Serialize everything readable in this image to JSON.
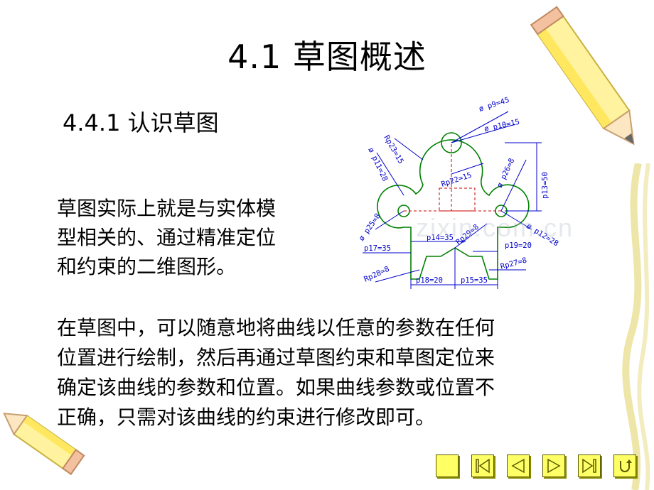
{
  "slide": {
    "title": "4.1  草图概述",
    "subtitle": "4.4.1  认识草图",
    "paragraph1_lines": [
      "草图实际上就是与实体模",
      "型相关的、通过精准定位",
      "和约束的二维图形。"
    ],
    "paragraph2_lines": [
      "在草图中，可以随意地将曲线以任意的参数在任何",
      "位置进行绘制，然后再通过草图约束和草图定位来",
      "确定该曲线的参数和位置。如果曲线参数或位置不",
      "正确，只需对该曲线的约束进行修改即可。"
    ],
    "watermark": "zixin.com.cn"
  },
  "drawing_labels": {
    "d1": "ø p9=45",
    "d2": "ø p10=15",
    "d3": "Rp23=15",
    "d4": "ø p11=28",
    "d5": "ø p26=8",
    "d6": "Rp22=15",
    "d7": "p13=50",
    "d8": "ø p25=8",
    "d9": "p14=35",
    "d10": "Rp29=8",
    "d11": "ø p12=28",
    "d12": "p17=35",
    "d13": "p19=20",
    "d14": "Rp28=8",
    "d15": "Rp27=8",
    "d16": "p18=20",
    "d17": "p15=35"
  },
  "colors": {
    "outline": "#008000",
    "dimension": "#0000cc",
    "construction": "#cc0000",
    "nav_button": "#ffff66",
    "nav_arrow": "#5a5a00"
  },
  "nav": {
    "icons": [
      "blank-icon",
      "first-slide-icon",
      "previous-slide-icon",
      "next-slide-icon",
      "last-slide-icon",
      "return-icon"
    ]
  }
}
